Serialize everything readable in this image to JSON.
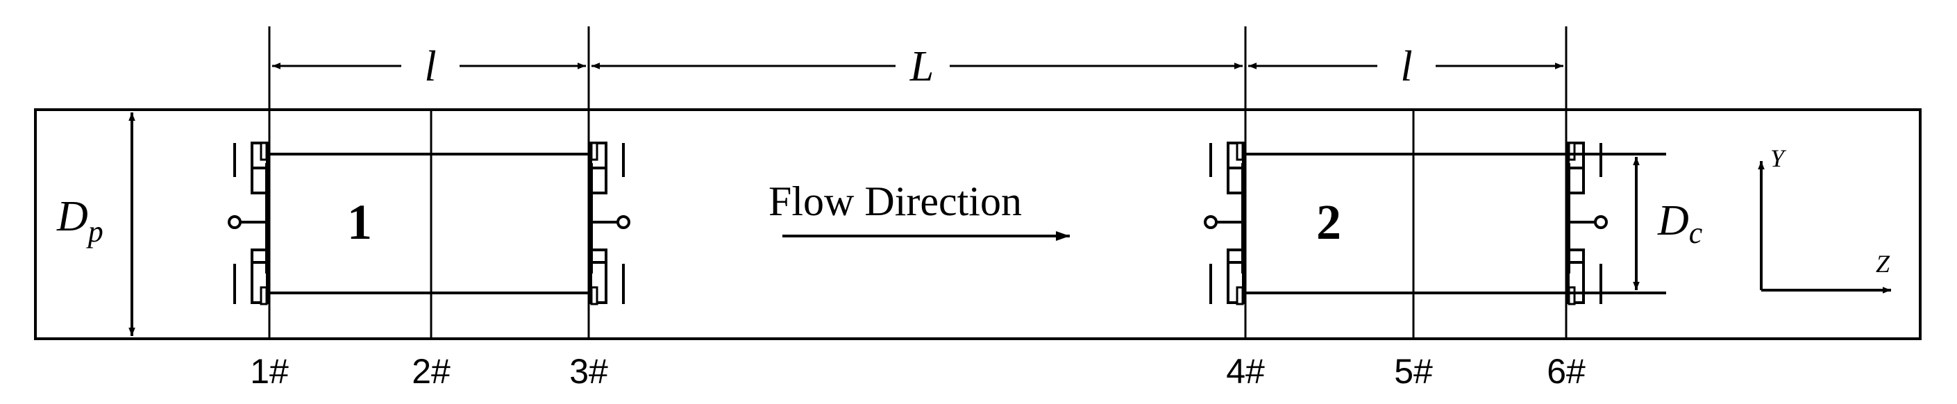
{
  "dimensions": {
    "pipe_diameter_label": "D",
    "pipe_diameter_sub": "p",
    "capsule_diameter_label": "D",
    "capsule_diameter_sub": "c",
    "capsule_length_1": "l",
    "capsule_spacing": "L",
    "capsule_length_2": "l"
  },
  "capsules": [
    {
      "label": "1"
    },
    {
      "label": "2"
    }
  ],
  "flow": {
    "label": "Flow Direction"
  },
  "axes": {
    "y_label": "Y",
    "z_label": "Z"
  },
  "sections": [
    "1#",
    "2#",
    "3#",
    "4#",
    "5#",
    "6#"
  ]
}
